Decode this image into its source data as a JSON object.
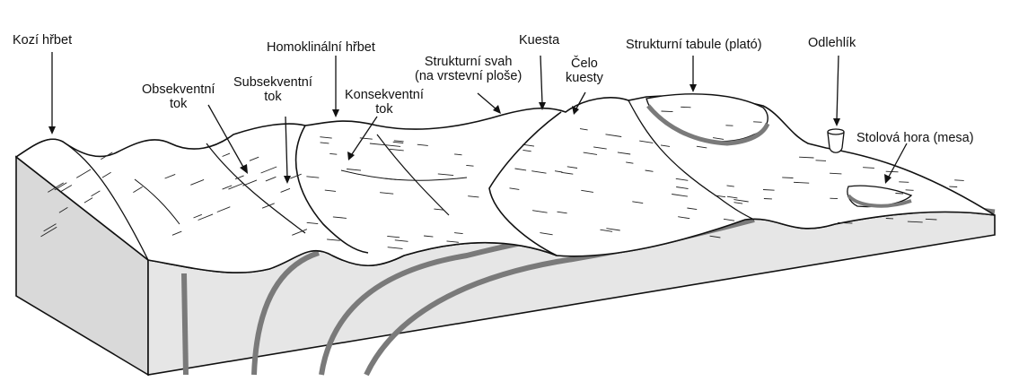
{
  "labels": [
    {
      "id": "kozi-hrbet",
      "line1": "Kozí hřbet",
      "line2": ""
    },
    {
      "id": "obsekventni-tok",
      "line1": "Obsekventní",
      "line2": "tok"
    },
    {
      "id": "subsekventni-tok",
      "line1": "Subsekventní",
      "line2": "tok"
    },
    {
      "id": "homoklinalni-hrbet",
      "line1": "Homoklinální hřbet",
      "line2": ""
    },
    {
      "id": "konsekventni-tok",
      "line1": "Konsekventní",
      "line2": "tok"
    },
    {
      "id": "strukturni-svah",
      "line1": "Strukturní svah",
      "line2": "(na vrstevní ploše)"
    },
    {
      "id": "kuesta",
      "line1": "Kuesta",
      "line2": ""
    },
    {
      "id": "celo-kuesty",
      "line1": "Čelo",
      "line2": "kuesty"
    },
    {
      "id": "strukturni-tabule",
      "line1": "Strukturní tabule (plató)",
      "line2": ""
    },
    {
      "id": "odlehlik",
      "line1": "Odlehlík",
      "line2": ""
    },
    {
      "id": "stolova-hora",
      "line1": "Stolová hora (mesa)",
      "line2": ""
    }
  ],
  "colors": {
    "block_side": "#d9d9d9",
    "block_front": "#e6e6e6",
    "stratum": "#7a7a7a",
    "outline": "#111111",
    "surface": "#ffffff"
  }
}
